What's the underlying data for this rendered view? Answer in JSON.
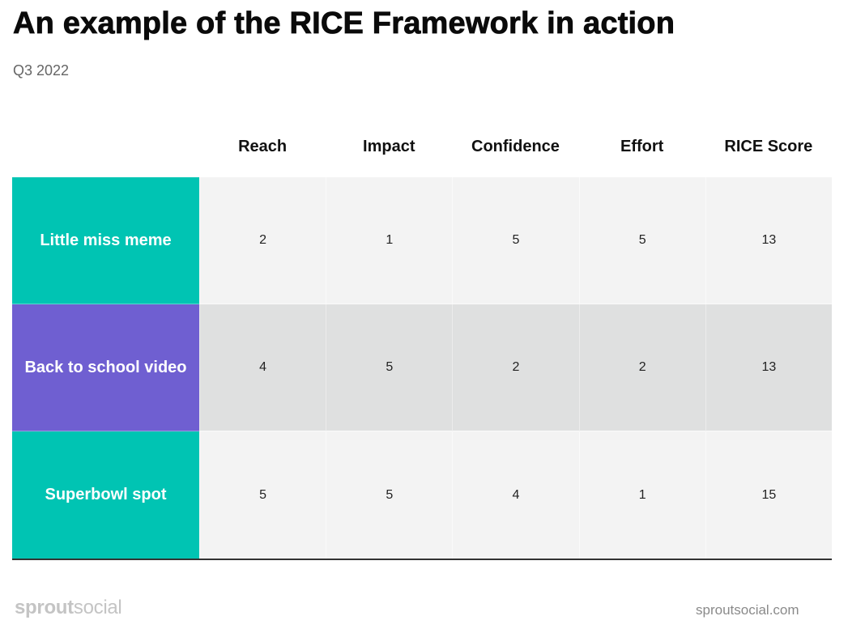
{
  "header": {
    "title": "An example of the RICE Framework in action",
    "subtitle": "Q3 2022"
  },
  "table": {
    "columns": [
      "Reach",
      "Impact",
      "Confidence",
      "Effort",
      "RICE Score"
    ],
    "rows": [
      {
        "label": "Little miss meme",
        "color": "#00c4b3",
        "shade": "light",
        "values": [
          "2",
          "1",
          "5",
          "5",
          "13"
        ]
      },
      {
        "label": "Back to school video",
        "color": "#6f5fd1",
        "shade": "dark",
        "values": [
          "4",
          "5",
          "2",
          "2",
          "13"
        ]
      },
      {
        "label": "Superbowl spot",
        "color": "#00c4b3",
        "shade": "light",
        "values": [
          "5",
          "5",
          "4",
          "1",
          "15"
        ]
      }
    ]
  },
  "footer": {
    "logo_bold": "sprout",
    "logo_light": "social",
    "url": "sproutsocial.com"
  },
  "colors": {
    "teal": "#00c4b3",
    "purple": "#6f5fd1",
    "light_cell": "#f3f3f3",
    "dark_cell": "#dfe0e0"
  }
}
